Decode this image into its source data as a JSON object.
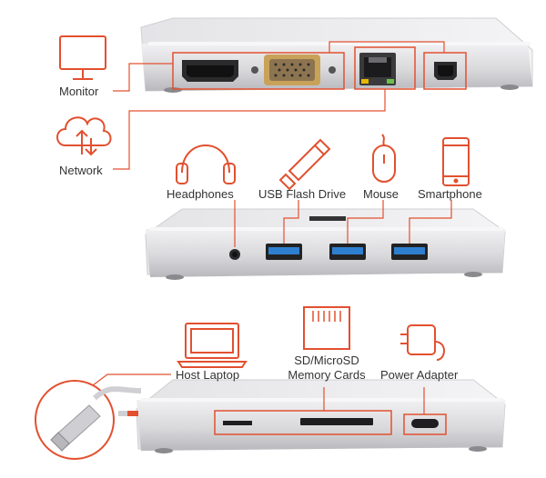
{
  "colors": {
    "accent": "#e2502f",
    "device_body": "#dcdcde",
    "device_top": "#ededef",
    "port_blue": "#2f7fd0"
  },
  "panel_top": {
    "labels": {
      "monitor": "Monitor",
      "network": "Network"
    },
    "icons": [
      "monitor-icon",
      "cloud-network-icon"
    ]
  },
  "panel_middle": {
    "labels": {
      "headphones": "Headphones",
      "usb_flash_drive": "USB Flash Drive",
      "mouse": "Mouse",
      "smartphone": "Smartphone"
    },
    "icons": [
      "headphones-icon",
      "usb-flash-drive-icon",
      "mouse-icon",
      "smartphone-icon"
    ]
  },
  "panel_bottom": {
    "labels": {
      "host_laptop": "Host Laptop",
      "sd_cards_line1": "SD/MicroSD",
      "sd_cards_line2": "Memory Cards",
      "power_adapter": "Power Adapter"
    },
    "icons": [
      "laptop-icon",
      "sd-card-icon",
      "power-adapter-icon",
      "usb-c-cable-icon"
    ]
  }
}
